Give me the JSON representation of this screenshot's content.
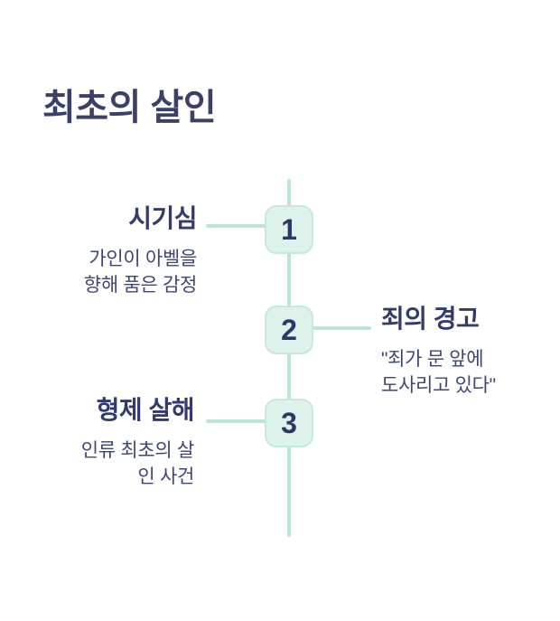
{
  "title": "최초의 살인",
  "colors": {
    "background": "#ffffff",
    "title_navy": "#3a4068",
    "heading_navy": "#333b6b",
    "body_navy": "#3e4674",
    "node_number_navy": "#303768",
    "node_fill_mint": "#dcf2eb",
    "node_border_teal": "#c6e8dd",
    "timeline_teal": "#bee3da"
  },
  "timeline": {
    "items": [
      {
        "number": "1",
        "side": "left",
        "title": "시기심",
        "description": "가인이 아벨을\n향해 품은 감정"
      },
      {
        "number": "2",
        "side": "right",
        "title": "죄의 경고",
        "description": "\"죄가 문 앞에\n도사리고 있다\""
      },
      {
        "number": "3",
        "side": "left",
        "title": "형제 살해",
        "description": "인류 최초의 살\n인 사건"
      }
    ]
  }
}
